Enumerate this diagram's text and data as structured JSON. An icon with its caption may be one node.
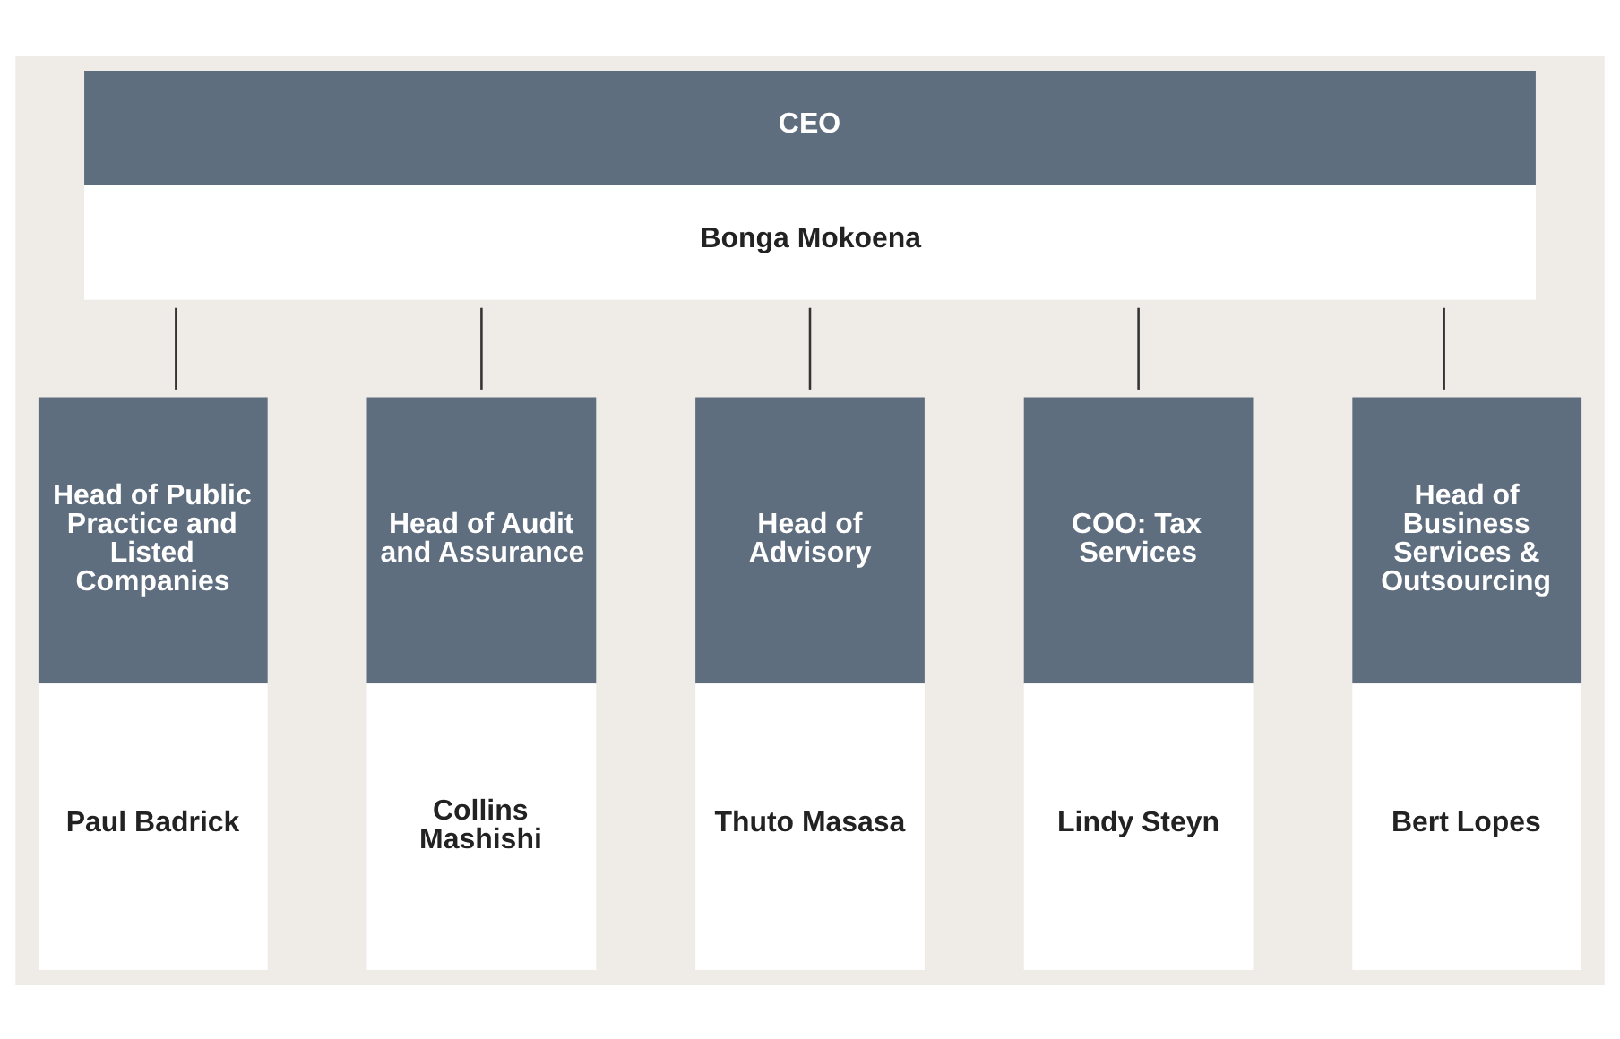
{
  "diagram": {
    "nodes": [
      {
        "text": [
          "CEO",
          "Bonga Mokoena"
        ]
      },
      {
        "text": [
          "Head of Public Practice and Listed Companies",
          "Paul Badrick"
        ]
      },
      {
        "text": [
          "Head of Audit and Assurance",
          "Collins Mashishi"
        ]
      },
      {
        "text": [
          "Head of Advisory",
          "Thuto Masasa"
        ]
      },
      {
        "text": [
          "COO: Tax Services",
          "Lindy Steyn"
        ]
      },
      {
        "text": [
          "Head of Business Services & Outsourcing",
          "Bert Lopes"
        ]
      }
    ],
    "edges": [
      {
        "from": 0,
        "to": 1,
        "arrow": "none"
      },
      {
        "from": 0,
        "to": 2,
        "arrow": "none"
      },
      {
        "from": 0,
        "to": 3,
        "arrow": "none"
      },
      {
        "from": 0,
        "to": 4,
        "arrow": "none"
      },
      {
        "from": 0,
        "to": 5,
        "arrow": "none"
      }
    ]
  }
}
